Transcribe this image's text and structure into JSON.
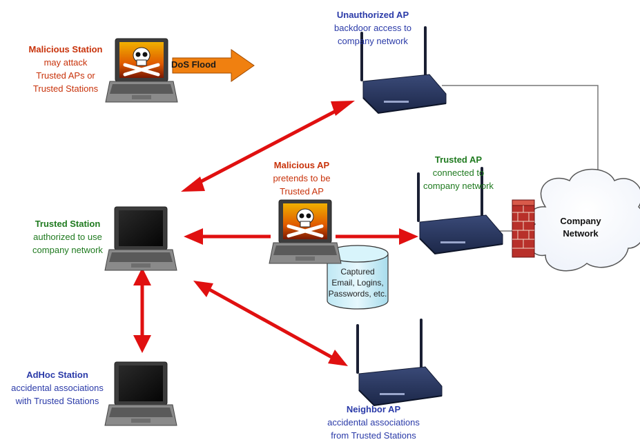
{
  "malicious_station": {
    "title": "Malicious Station",
    "lines": [
      "may attack",
      "Trusted APs or",
      "Trusted Stations"
    ]
  },
  "dos_flood": {
    "label": "DoS Flood"
  },
  "unauthorized_ap": {
    "title": "Unauthorized AP",
    "lines": [
      "backdoor access to",
      "company network"
    ]
  },
  "malicious_ap": {
    "title": "Malicious AP",
    "lines": [
      "pretends to be",
      "Trusted AP"
    ]
  },
  "trusted_ap": {
    "title": "Trusted AP",
    "lines": [
      "connected to",
      "company network"
    ]
  },
  "trusted_station": {
    "title": "Trusted Station",
    "lines": [
      "authorized to use",
      "company network"
    ]
  },
  "captured": {
    "lines": [
      "Captured",
      "Email, Logins,",
      "Passwords, etc."
    ]
  },
  "company_network": {
    "lines": [
      "Company",
      "Network"
    ]
  },
  "adhoc_station": {
    "title": "AdHoc Station",
    "lines": [
      "accidental associations",
      "with Trusted Stations"
    ]
  },
  "neighbor_ap": {
    "title": "Neighbor AP",
    "lines": [
      "accidental associations",
      "from Trusted Stations"
    ]
  },
  "colors": {
    "threat_red": "#c8320a",
    "info_blue": "#2a3aa8",
    "trusted_green": "#1f7a1f",
    "arrow_red": "#e01010",
    "dos_orange": "#f08010"
  }
}
